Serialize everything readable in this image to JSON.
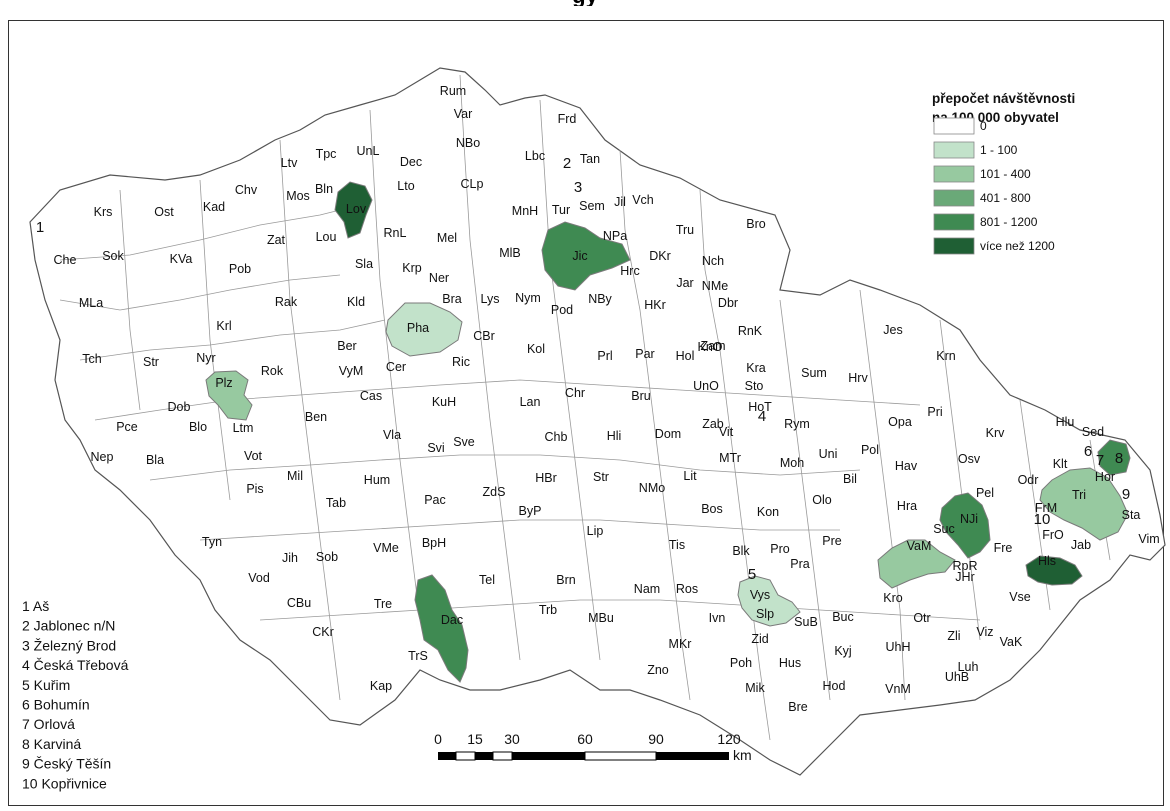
{
  "title_fragment": "gy",
  "legend": {
    "title_line1": "přepočet návštěvnosti",
    "title_line2": "na 100 000 obyvatel",
    "classes": [
      {
        "label": "0",
        "color": "#ffffff"
      },
      {
        "label": "1 - 100",
        "color": "#c2e2ca"
      },
      {
        "label": "101 - 400",
        "color": "#97c9a0"
      },
      {
        "label": "401 - 800",
        "color": "#6aa978"
      },
      {
        "label": "801 - 1200",
        "color": "#3f8a52"
      },
      {
        "label": "více než 1200",
        "color": "#1f5f34"
      }
    ]
  },
  "districts": [
    {
      "code": "Rum",
      "cls": 0
    },
    {
      "code": "Var",
      "cls": 0
    },
    {
      "code": "NBo",
      "cls": 0
    },
    {
      "code": "Dec",
      "cls": 0
    },
    {
      "code": "Frd",
      "cls": 0
    },
    {
      "code": "Tan",
      "cls": 0
    },
    {
      "code": "Lbc",
      "cls": 0
    },
    {
      "code": "UnL",
      "cls": 0
    },
    {
      "code": "Tpc",
      "cls": 0
    },
    {
      "code": "Ltv",
      "cls": 0
    },
    {
      "code": "Mos",
      "cls": 0
    },
    {
      "code": "Bln",
      "cls": 0
    },
    {
      "code": "CLp",
      "cls": 0
    },
    {
      "code": "Lto",
      "cls": 0
    },
    {
      "code": "Chv",
      "cls": 0
    },
    {
      "code": "Kad",
      "cls": 0
    },
    {
      "code": "Ost",
      "cls": 0
    },
    {
      "code": "Krs",
      "cls": 0
    },
    {
      "code": "Che",
      "cls": 0
    },
    {
      "code": "Sok",
      "cls": 0
    },
    {
      "code": "KVa",
      "cls": 0
    },
    {
      "code": "Lov",
      "cls": 5
    },
    {
      "code": "Zat",
      "cls": 0
    },
    {
      "code": "Lou",
      "cls": 0
    },
    {
      "code": "RnL",
      "cls": 0
    },
    {
      "code": "Mel",
      "cls": 0
    },
    {
      "code": "MnH",
      "cls": 0
    },
    {
      "code": "Tur",
      "cls": 0
    },
    {
      "code": "Sem",
      "cls": 0
    },
    {
      "code": "Jil",
      "cls": 0
    },
    {
      "code": "Vch",
      "cls": 0
    },
    {
      "code": "Tru",
      "cls": 0
    },
    {
      "code": "Bro",
      "cls": 0
    },
    {
      "code": "MlB",
      "cls": 0
    },
    {
      "code": "Jic",
      "cls": 4
    },
    {
      "code": "NPa",
      "cls": 0
    },
    {
      "code": "DKr",
      "cls": 0
    },
    {
      "code": "Nch",
      "cls": 0
    },
    {
      "code": "Hrc",
      "cls": 0
    },
    {
      "code": "Jar",
      "cls": 0
    },
    {
      "code": "NMe",
      "cls": 0
    },
    {
      "code": "Dbr",
      "cls": 0
    },
    {
      "code": "Pob",
      "cls": 0
    },
    {
      "code": "Sla",
      "cls": 0
    },
    {
      "code": "Krp",
      "cls": 0
    },
    {
      "code": "Ner",
      "cls": 0
    },
    {
      "code": "MLa",
      "cls": 0
    },
    {
      "code": "Rak",
      "cls": 0
    },
    {
      "code": "Kld",
      "cls": 0
    },
    {
      "code": "Bra",
      "cls": 0
    },
    {
      "code": "Lys",
      "cls": 0
    },
    {
      "code": "Nym",
      "cls": 0
    },
    {
      "code": "NBy",
      "cls": 0
    },
    {
      "code": "HKr",
      "cls": 0
    },
    {
      "code": "Pod",
      "cls": 0
    },
    {
      "code": "Krl",
      "cls": 0
    },
    {
      "code": "Pha",
      "cls": 1
    },
    {
      "code": "CBr",
      "cls": 0
    },
    {
      "code": "RnK",
      "cls": 0
    },
    {
      "code": "Jes",
      "cls": 0
    },
    {
      "code": "Tch",
      "cls": 0
    },
    {
      "code": "Str",
      "cls": 0
    },
    {
      "code": "Nyr",
      "cls": 0
    },
    {
      "code": "Ber",
      "cls": 0
    },
    {
      "code": "Kol",
      "cls": 0
    },
    {
      "code": "KnO",
      "cls": 0
    },
    {
      "code": "Krn",
      "cls": 0
    },
    {
      "code": "Plz",
      "cls": 2
    },
    {
      "code": "Rok",
      "cls": 0
    },
    {
      "code": "Cer",
      "cls": 0
    },
    {
      "code": "Ric",
      "cls": 0
    },
    {
      "code": "Prl",
      "cls": 0
    },
    {
      "code": "Par",
      "cls": 0
    },
    {
      "code": "Hol",
      "cls": 0
    },
    {
      "code": "Zam",
      "cls": 0
    },
    {
      "code": "Kra",
      "cls": 0
    },
    {
      "code": "Sum",
      "cls": 0
    },
    {
      "code": "Hrv",
      "cls": 0
    },
    {
      "code": "VyM",
      "cls": 0
    },
    {
      "code": "UnO",
      "cls": 0
    },
    {
      "code": "Sto",
      "cls": 0
    },
    {
      "code": "Dob",
      "cls": 0
    },
    {
      "code": "Cas",
      "cls": 0
    },
    {
      "code": "Chr",
      "cls": 0
    },
    {
      "code": "Bru",
      "cls": 0
    },
    {
      "code": "Pri",
      "cls": 0
    },
    {
      "code": "Ben",
      "cls": 0
    },
    {
      "code": "KuH",
      "cls": 0
    },
    {
      "code": "Lan",
      "cls": 0
    },
    {
      "code": "HoT",
      "cls": 0
    },
    {
      "code": "Pce",
      "cls": 0
    },
    {
      "code": "Blo",
      "cls": 0
    },
    {
      "code": "Ltm",
      "cls": 0
    },
    {
      "code": "Zab",
      "cls": 0
    },
    {
      "code": "Rym",
      "cls": 0
    },
    {
      "code": "Opa",
      "cls": 0
    },
    {
      "code": "Krv",
      "cls": 0
    },
    {
      "code": "Hlu",
      "cls": 0
    },
    {
      "code": "Sed",
      "cls": 0
    },
    {
      "code": "Vla",
      "cls": 0
    },
    {
      "code": "Sve",
      "cls": 0
    },
    {
      "code": "Chb",
      "cls": 0
    },
    {
      "code": "Hli",
      "cls": 0
    },
    {
      "code": "Dom",
      "cls": 0
    },
    {
      "code": "Nep",
      "cls": 0
    },
    {
      "code": "Vot",
      "cls": 0
    },
    {
      "code": "Svi",
      "cls": 0
    },
    {
      "code": "MTr",
      "cls": 0
    },
    {
      "code": "Moh",
      "cls": 0
    },
    {
      "code": "Uni",
      "cls": 0
    },
    {
      "code": "Pol",
      "cls": 0
    },
    {
      "code": "Vit",
      "cls": 0
    },
    {
      "code": "Osv",
      "cls": 0
    },
    {
      "code": "Klt",
      "cls": 0
    },
    {
      "code": "Bla",
      "cls": 0
    },
    {
      "code": "Mil",
      "cls": 0
    },
    {
      "code": "Hum",
      "cls": 0
    },
    {
      "code": "HBr",
      "cls": 0
    },
    {
      "code": "Str",
      "cls": 0
    },
    {
      "code": "Hav",
      "cls": 0
    },
    {
      "code": "Hor",
      "cls": 0
    },
    {
      "code": "Pis",
      "cls": 0
    },
    {
      "code": "Tab",
      "cls": 0
    },
    {
      "code": "Pac",
      "cls": 0
    },
    {
      "code": "ZdS",
      "cls": 0
    },
    {
      "code": "NMo",
      "cls": 0
    },
    {
      "code": "Lit",
      "cls": 0
    },
    {
      "code": "Bil",
      "cls": 0
    },
    {
      "code": "Odr",
      "cls": 0
    },
    {
      "code": "Pel",
      "cls": 0
    },
    {
      "code": "ByP",
      "cls": 0
    },
    {
      "code": "Bos",
      "cls": 0
    },
    {
      "code": "Kon",
      "cls": 0
    },
    {
      "code": "Olo",
      "cls": 0
    },
    {
      "code": "Hra",
      "cls": 4
    },
    {
      "code": "NJi",
      "cls": 0
    },
    {
      "code": "FrM",
      "cls": 2
    },
    {
      "code": "Tri",
      "cls": 0
    },
    {
      "code": "Sta",
      "cls": 0
    },
    {
      "code": "Jih",
      "cls": 0
    },
    {
      "code": "Lip",
      "cls": 0
    },
    {
      "code": "Suc",
      "cls": 0
    },
    {
      "code": "Tyn",
      "cls": 0
    },
    {
      "code": "VMe",
      "cls": 0
    },
    {
      "code": "Tis",
      "cls": 0
    },
    {
      "code": "Blk",
      "cls": 0
    },
    {
      "code": "Pro",
      "cls": 0
    },
    {
      "code": "Pre",
      "cls": 2
    },
    {
      "code": "VaM",
      "cls": 0
    },
    {
      "code": "Fre",
      "cls": 0
    },
    {
      "code": "FrO",
      "cls": 0
    },
    {
      "code": "Jab",
      "cls": 0
    },
    {
      "code": "Vim",
      "cls": 0
    },
    {
      "code": "Vod",
      "cls": 0
    },
    {
      "code": "Sob",
      "cls": 0
    },
    {
      "code": "BpH",
      "cls": 0
    },
    {
      "code": "RpR",
      "cls": 5
    },
    {
      "code": "Hls",
      "cls": 0
    },
    {
      "code": "JHr",
      "cls": 0
    },
    {
      "code": "Tel",
      "cls": 0
    },
    {
      "code": "Brn",
      "cls": 1
    },
    {
      "code": "Vys",
      "cls": 0
    },
    {
      "code": "Pra",
      "cls": 0
    },
    {
      "code": "CBu",
      "cls": 0
    },
    {
      "code": "Tre",
      "cls": 4
    },
    {
      "code": "Dac",
      "cls": 0
    },
    {
      "code": "Trb",
      "cls": 0
    },
    {
      "code": "Nam",
      "cls": 0
    },
    {
      "code": "Ros",
      "cls": 0
    },
    {
      "code": "Slp",
      "cls": 0
    },
    {
      "code": "Kro",
      "cls": 0
    },
    {
      "code": "Vse",
      "cls": 0
    },
    {
      "code": "MBu",
      "cls": 0
    },
    {
      "code": "Ivn",
      "cls": 0
    },
    {
      "code": "SuB",
      "cls": 0
    },
    {
      "code": "Buc",
      "cls": 0
    },
    {
      "code": "Otr",
      "cls": 0
    },
    {
      "code": "Zli",
      "cls": 0
    },
    {
      "code": "Viz",
      "cls": 0
    },
    {
      "code": "CKr",
      "cls": 0
    },
    {
      "code": "TrS",
      "cls": 0
    },
    {
      "code": "Zid",
      "cls": 0
    },
    {
      "code": "MKr",
      "cls": 0
    },
    {
      "code": "UhH",
      "cls": 0
    },
    {
      "code": "Luh",
      "cls": 0
    },
    {
      "code": "VaK",
      "cls": 0
    },
    {
      "code": "Kap",
      "cls": 0
    },
    {
      "code": "Zno",
      "cls": 0
    },
    {
      "code": "Poh",
      "cls": 0
    },
    {
      "code": "Hus",
      "cls": 0
    },
    {
      "code": "Kyj",
      "cls": 0
    },
    {
      "code": "UhB",
      "cls": 0
    },
    {
      "code": "Mik",
      "cls": 0
    },
    {
      "code": "Hod",
      "cls": 0
    },
    {
      "code": "VnM",
      "cls": 0
    },
    {
      "code": "Bre",
      "cls": 0
    }
  ],
  "town_numbers": [
    "1",
    "2",
    "3",
    "4",
    "5",
    "6",
    "7",
    "8",
    "9",
    "10"
  ],
  "footnotes": [
    "1 Aš",
    "2 Jablonec n/N",
    "3 Železný Brod",
    "4 Česká Třebová",
    "5 Kuřim",
    "6 Bohumín",
    "7 Orlová",
    "8 Karviná",
    "9 Český Těšín",
    "10 Kopřivnice"
  ],
  "scale_bar": {
    "ticks": [
      "0",
      "15",
      "30",
      "60",
      "90",
      "120"
    ],
    "unit": "km"
  }
}
